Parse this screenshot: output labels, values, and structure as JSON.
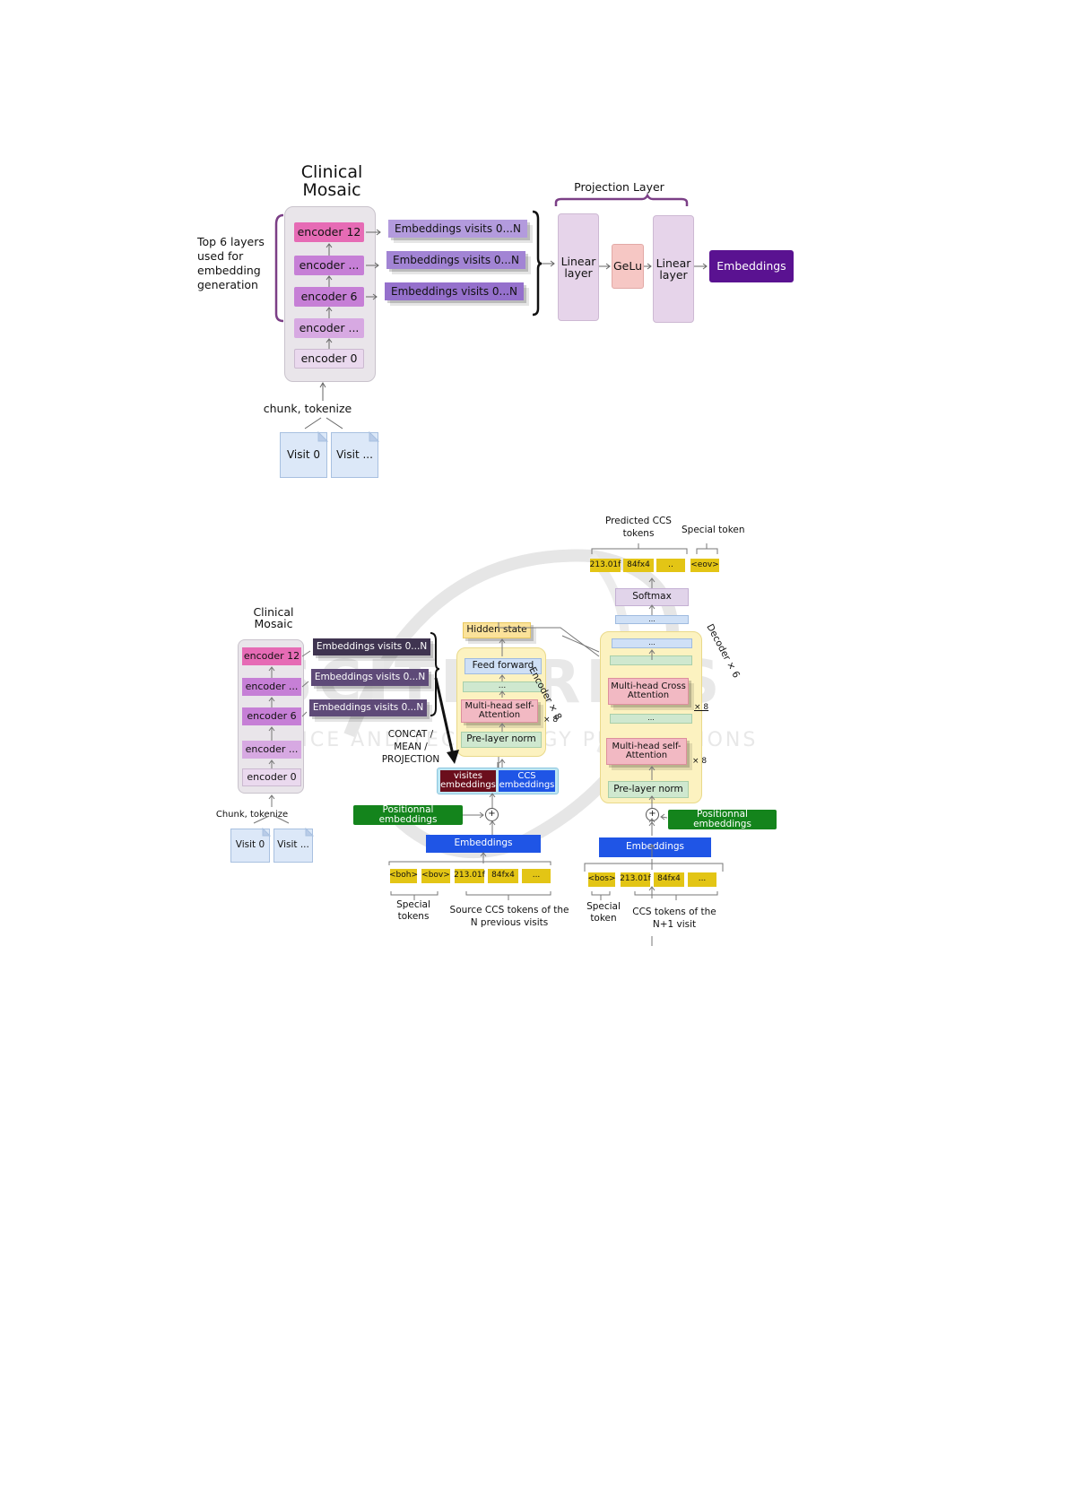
{
  "top": {
    "title_line1": "Clinical",
    "title_line2": "Mosaic",
    "top_layers_note": [
      "Top 6 layers",
      "used for",
      "embedding",
      "generation"
    ],
    "encoders": [
      "encoder 12",
      "encoder ...",
      "encoder 6",
      "encoder ...",
      "encoder 0"
    ],
    "embeddings": [
      "Embeddings visits 0...N",
      "Embeddings visits 0...N",
      "Embeddings visits 0...N"
    ],
    "projection_title": "Projection Layer",
    "linear1": "Linear layer",
    "gelu": "GeLu",
    "linear2": "Linear layer",
    "output": "Embeddings",
    "chunk_label": "chunk, tokenize",
    "visits": [
      "Visit 0",
      "Visit ..."
    ]
  },
  "bottom": {
    "title_line1": "Clinical",
    "title_line2": "Mosaic",
    "encoders": [
      "encoder 12",
      "encoder ...",
      "encoder 6",
      "encoder ...",
      "encoder 0"
    ],
    "embeddings": [
      "Embeddings visits 0...N",
      "Embeddings visits 0...N",
      "Embeddings visits 0...N"
    ],
    "combine_label": [
      "CONCAT /",
      "MEAN  /",
      "PROJECTION"
    ],
    "chunk_label": "Chunk, tokenize",
    "visits": [
      "Visit 0",
      "Visit ..."
    ],
    "visites_embeddings": "visites embeddings",
    "ccs_embeddings": "CCS embeddings",
    "encoder": {
      "hidden_state": "Hidden state",
      "feed_forward": "Feed forward",
      "dots": "...",
      "mhsa": "Multi-head self-Attention",
      "x8": "× 8",
      "prenorm": "Pre-layer norm",
      "label": "Encoder × 8"
    },
    "decoder": {
      "label": "Decoder × 6",
      "softmax": "Softmax",
      "dots": "...",
      "cross_attn": "Multi-head Cross Attention",
      "x8a": "× 8",
      "mhsa": "Multi-head self-Attention",
      "x8b": "× 8",
      "prenorm": "Pre-layer norm"
    },
    "positional_left": "Positionnal embeddings",
    "positional_right": "Positionnal embeddings",
    "embeddings_left": "Embeddings",
    "embeddings_right": "Embeddings",
    "plus": "+",
    "source_tokens": [
      "<boh>",
      "<bov>",
      "213.01f",
      "84fx4",
      "..."
    ],
    "source_special_label": "Special tokens",
    "source_ccs_label": "Source CCS tokens of the N previous visits",
    "target_tokens": [
      "<bos>",
      "213.01f",
      "84fx4",
      "..."
    ],
    "target_special_label": "Special token",
    "target_ccs_label": "CCS tokens of the N+1 visit",
    "predicted_label": "Predicted CCS tokens",
    "predicted_tokens": [
      "213.01f",
      "84fx4",
      ".."
    ],
    "special_token_label": "Special token",
    "eov_token": "<eov>"
  },
  "colors": {
    "encoder_pink": "#e66bb5",
    "encoder_purple": "#c67fd6",
    "encoder_light": "#ead9ee",
    "embed_purple": "#a78bd1",
    "embed_dark": "#4a3c5c",
    "linear": "#e6d4ea",
    "gelu": "#f6c7c4",
    "output": "#5a1291",
    "bracket": "#7b3f86",
    "token_yellow": "#e3c515",
    "blue": "#1f55e6",
    "green": "#14841c",
    "panel_yellow": "#fcf2c0",
    "block_pink": "#f2b9c3",
    "block_green": "#cfe8cf",
    "block_blue": "#cfe0f6",
    "dark_red": "#6b0e1c"
  }
}
